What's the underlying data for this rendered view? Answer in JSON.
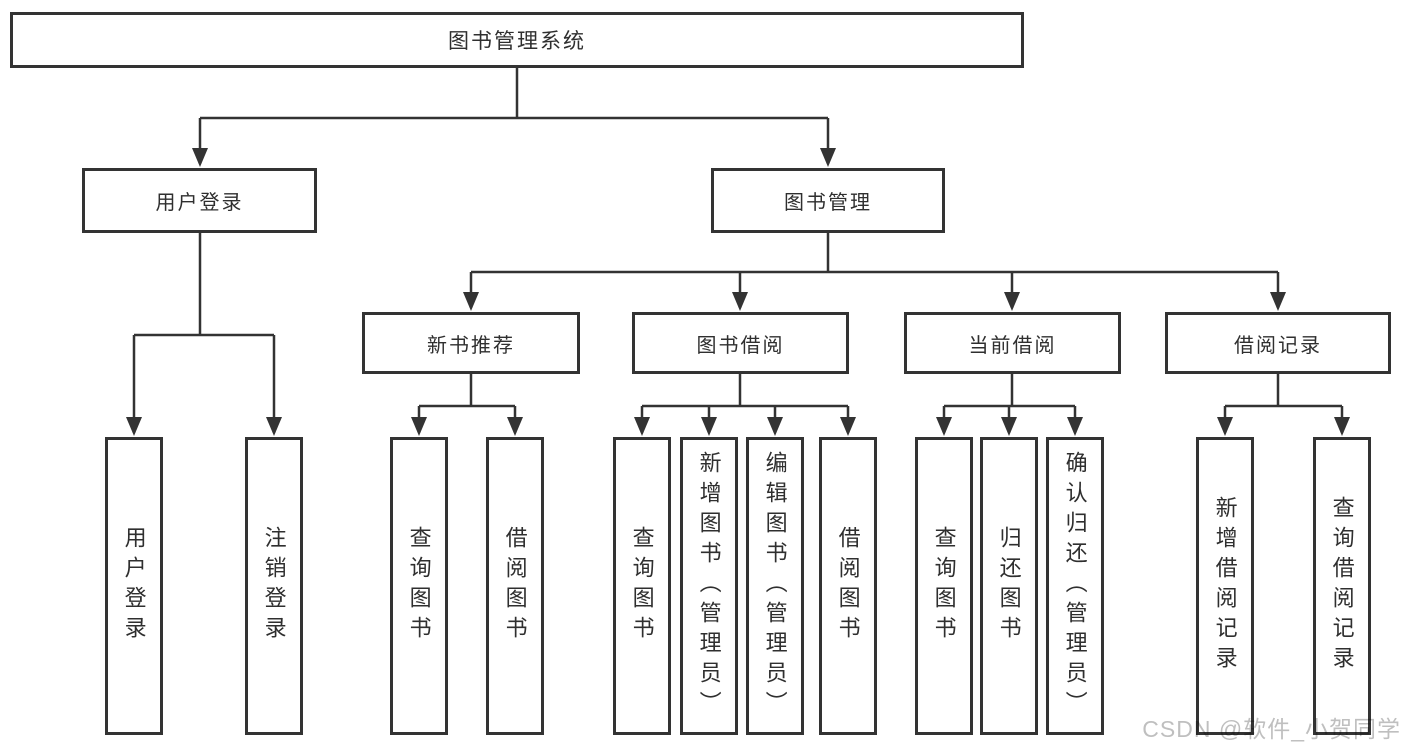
{
  "colors": {
    "line": "#333333",
    "box_border": "#333333",
    "text": "#2f2f2f",
    "background": "#ffffff",
    "watermark": "#bfbfbf"
  },
  "watermark": {
    "text": "CSDN @软件_小贺同学"
  },
  "diagram": {
    "type": "hierarchy",
    "root": {
      "label": "图书管理系统"
    },
    "branches": [
      {
        "label": "用户登录",
        "children": [
          {
            "label": "用户登录"
          },
          {
            "label": "注销登录"
          }
        ]
      },
      {
        "label": "图书管理",
        "children": [
          {
            "label": "新书推荐",
            "children": [
              {
                "label": "查询图书"
              },
              {
                "label": "借阅图书"
              }
            ]
          },
          {
            "label": "图书借阅",
            "children": [
              {
                "label": "查询图书"
              },
              {
                "label": "新增图书（管理员）"
              },
              {
                "label": "编辑图书（管理员）"
              },
              {
                "label": "借阅图书"
              }
            ]
          },
          {
            "label": "当前借阅",
            "children": [
              {
                "label": "查询图书"
              },
              {
                "label": "归还图书"
              },
              {
                "label": "确认归还（管理员）"
              }
            ]
          },
          {
            "label": "借阅记录",
            "children": [
              {
                "label": "新增借阅记录"
              },
              {
                "label": "查询借阅记录"
              }
            ]
          }
        ]
      }
    ]
  }
}
